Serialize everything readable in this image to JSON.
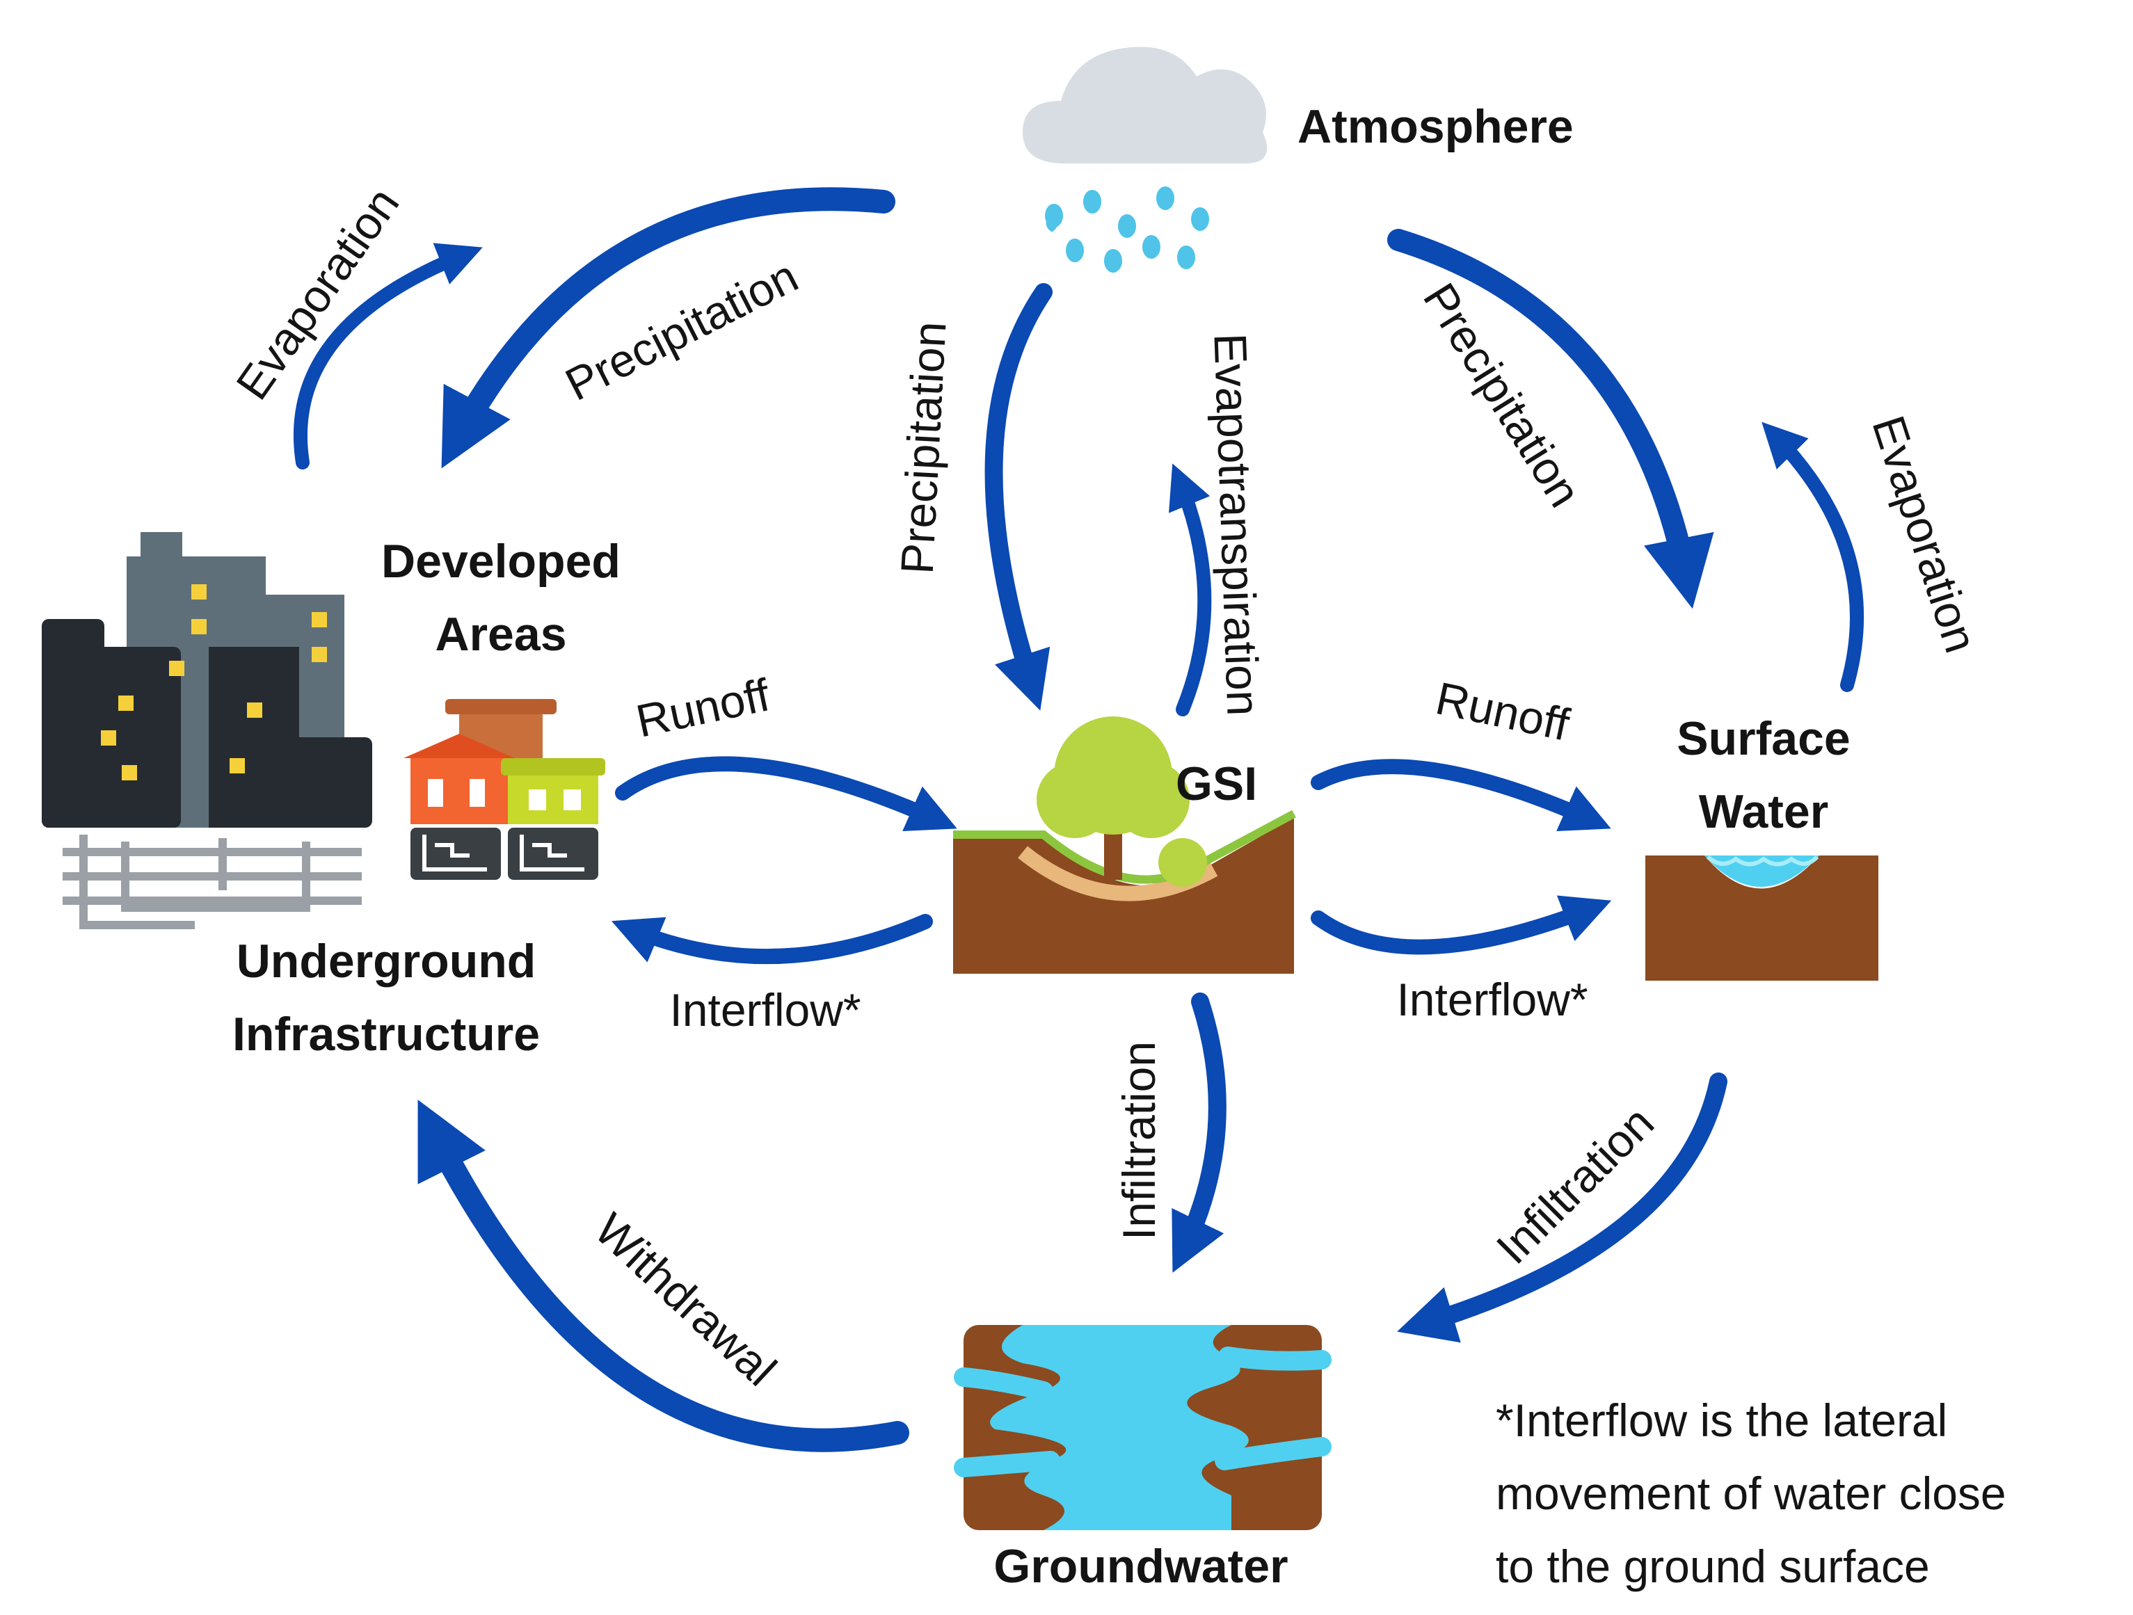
{
  "nodes": {
    "atmosphere": "Atmosphere",
    "developed_line1": "Developed",
    "developed_line2": "Areas",
    "underground_line1": "Underground",
    "underground_line2": "Infrastructure",
    "gsi": "GSI",
    "surface_line1": "Surface",
    "surface_line2": "Water",
    "groundwater": "Groundwater"
  },
  "flows": {
    "evaporation_left": "Evaporation",
    "precipitation_left": "Precipitation",
    "precipitation_center": "Precipitation",
    "evapotranspiration": "Evapotranspiration",
    "precipitation_right": "Precipitation",
    "evaporation_right": "Evaporation",
    "runoff_left": "Runoff",
    "interflow_left": "Interflow*",
    "runoff_right": "Runoff",
    "interflow_right": "Interflow*",
    "infiltration_center": "Infiltration",
    "infiltration_right": "Infiltration",
    "withdrawal": "Withdrawal"
  },
  "footnote": {
    "line1": "*Interflow is the lateral",
    "line2": "movement of water close",
    "line3": "to the ground surface"
  },
  "colors": {
    "arrow": "#0b49b3",
    "soil": "#8b4a1f",
    "water": "#4fd0f0",
    "building_dark": "#252b31",
    "building_gray": "#5f6f7a",
    "window": "#f6d03a",
    "cloud": "#d7dde3",
    "tree_leaves": "#b7d442",
    "house_orange": "#f26430",
    "house_green": "#c7d92a",
    "house_brown": "#c96f3c"
  },
  "icons": [
    "cloud-rain-icon",
    "city-icon",
    "pipes-icon",
    "houses-icon",
    "gsi-bioswale-icon",
    "surface-water-icon",
    "groundwater-icon"
  ]
}
